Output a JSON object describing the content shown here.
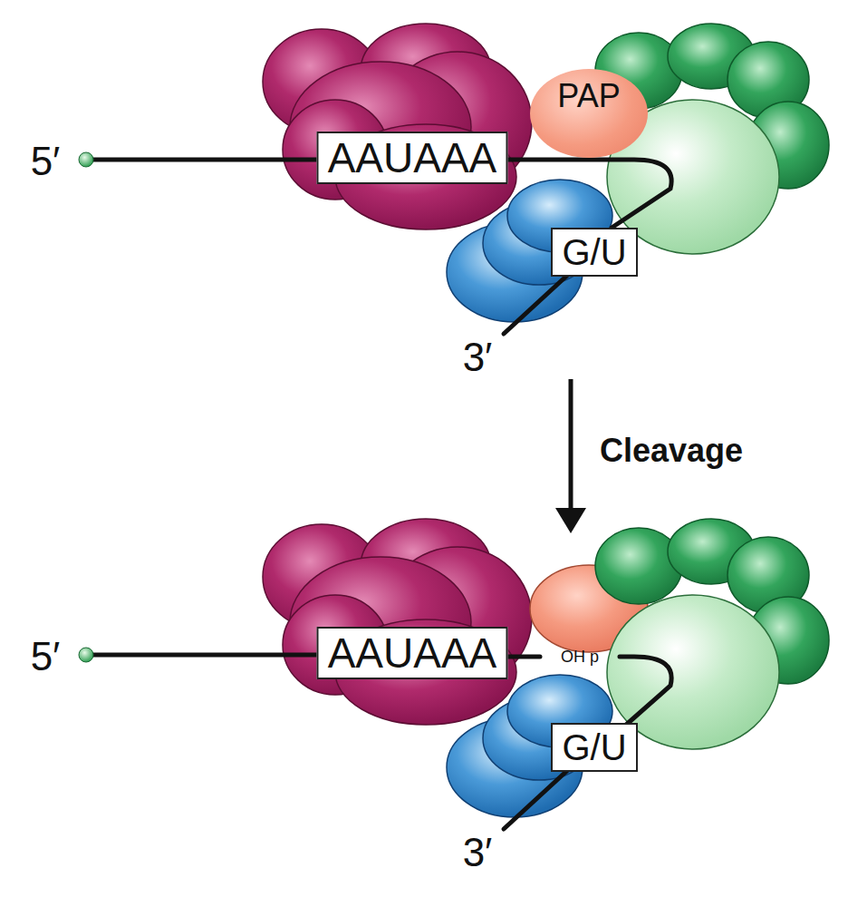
{
  "diagram": {
    "nodes": [
      {
        "text": [
          "AAUAAA"
        ]
      },
      {
        "text": [
          "PAP"
        ]
      },
      {
        "text": [
          "G/U"
        ]
      },
      {
        "text": [
          "AAUAAA"
        ]
      },
      {
        "text": [
          "G/U"
        ]
      }
    ],
    "edges": [
      {
        "from": 0,
        "to": 2,
        "arrow": "none"
      }
    ],
    "labels": [
      "5′",
      "3′",
      "Cleavage",
      "5′",
      "OH p",
      "3′"
    ]
  }
}
